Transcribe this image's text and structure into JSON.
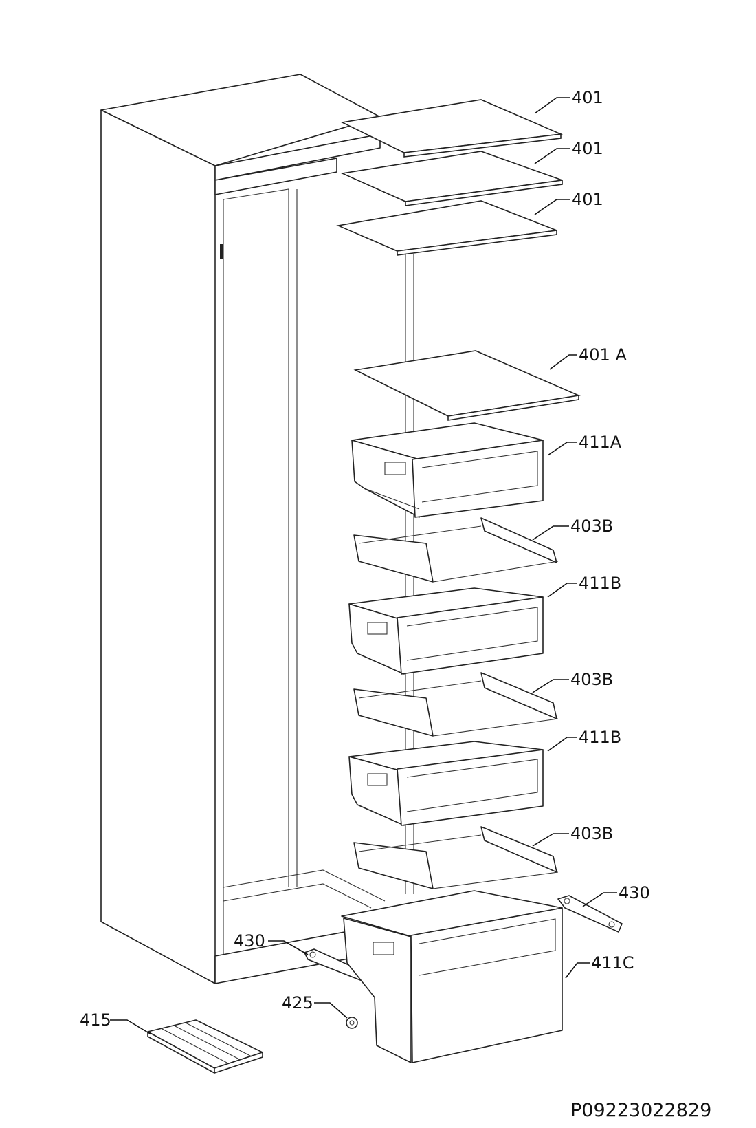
{
  "diagram": {
    "drawing_code": "P09223022829",
    "callouts": {
      "shelf_1": "401",
      "shelf_2": "401",
      "shelf_3": "401",
      "shelf_4": "401 A",
      "drawer_1": "411A",
      "rails_1": "403B",
      "drawer_2": "411B",
      "rails_2": "403B",
      "drawer_3": "411B",
      "rails_3": "403B",
      "bracket_right": "430",
      "bracket_left": "430",
      "drawer_bottom": "411C",
      "knob": "425",
      "grille": "415"
    }
  }
}
